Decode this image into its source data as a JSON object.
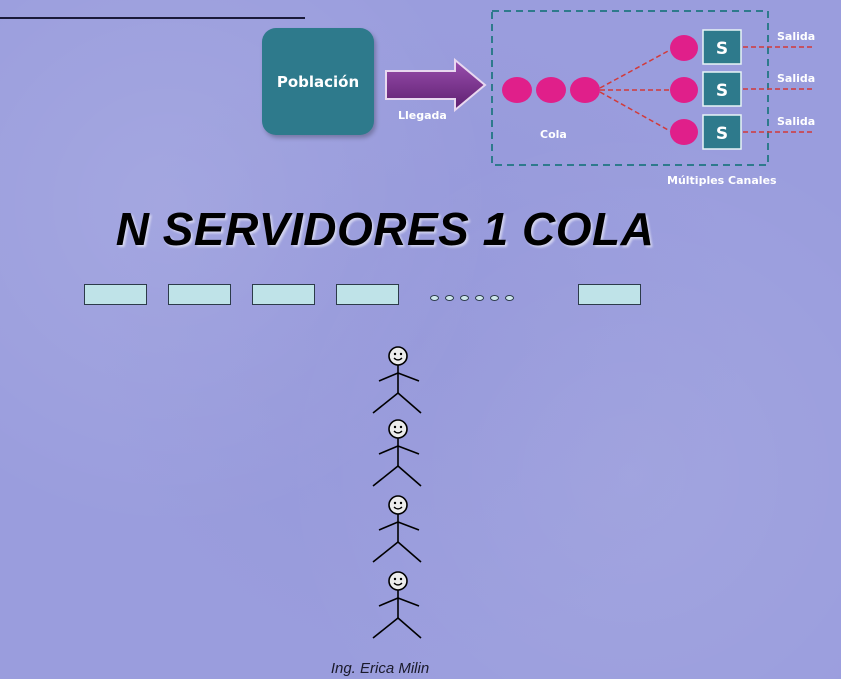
{
  "diagram": {
    "poblacion_label": "Población",
    "llegada_label": "Llegada",
    "cola_label": "Cola",
    "multiples_canales_label": "Múltiples Canales",
    "server_letter": "S",
    "salida_labels": [
      "Salida",
      "Salida",
      "Salida"
    ]
  },
  "title": "N SERVIDORES 1 COLA",
  "queue_ellipsis_count": 6,
  "server_count_drawn": 5,
  "people_count": 4,
  "author": "Ing. Erica Milin",
  "colors": {
    "background": "#9a9ddd",
    "poblacion_box": "#2e7a8c",
    "server_box": "#2e7a8c",
    "arrow": "#7a2e8a",
    "customer_dot": "#e01f8a",
    "dashed_border": "#2e7a8c",
    "salida_line": "#d23a3a",
    "server_rect": "#bfe3e8"
  }
}
